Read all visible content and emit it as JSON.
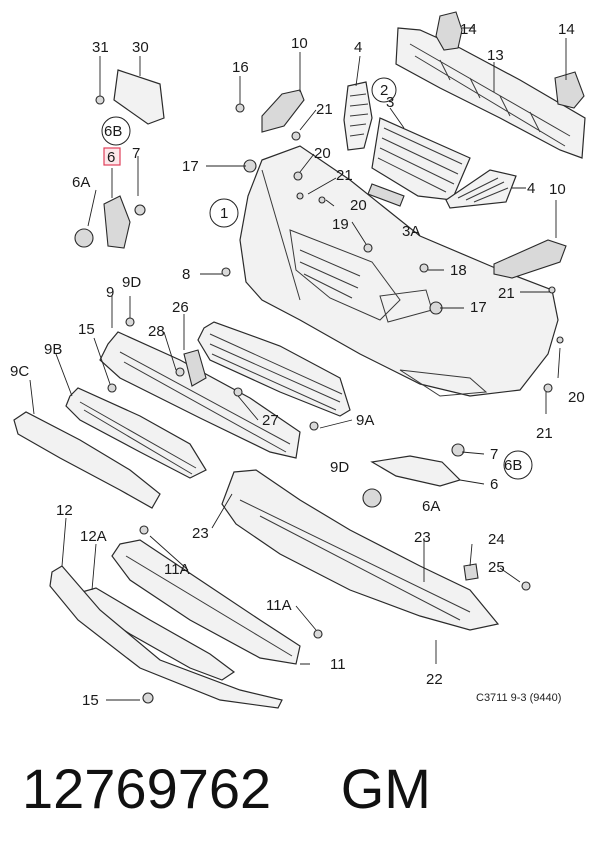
{
  "diagram": {
    "caption": "C3711 9-3 (9440)",
    "labels": {
      "l31": "31",
      "l30": "30",
      "l16": "16",
      "l10a": "10",
      "l4a": "4",
      "l14a": "14",
      "l13": "13",
      "l14b": "14",
      "l2": "2",
      "l3": "3",
      "l21a": "21",
      "l6b_a": "6B",
      "l6": "6",
      "l7a": "7",
      "l17a": "17",
      "l20a": "20",
      "l21b": "21",
      "l4b": "4",
      "l10b": "10",
      "l6a_a": "6A",
      "l1": "1",
      "l20b": "20",
      "l19": "19",
      "l3a": "3A",
      "l18": "18",
      "l8": "8",
      "l9d_a": "9D",
      "l9": "9",
      "l26": "26",
      "l17b": "17",
      "l21c": "21",
      "l15a": "15",
      "l28": "28",
      "l9b": "9B",
      "l9c": "9C",
      "l27": "27",
      "l9a": "9A",
      "l20c": "20",
      "l21d": "21",
      "l7b": "7",
      "l6b_b": "6B",
      "l9d_b": "9D",
      "l6_b": "6",
      "l6a_b": "6A",
      "l12": "12",
      "l23a": "23",
      "l23b": "23",
      "l24": "24",
      "l12a": "12A",
      "l11a": "11A",
      "l25": "25",
      "l11a_b": "11A",
      "l11": "11",
      "l22": "22",
      "l15b": "15"
    }
  },
  "footer": {
    "part_number": "12769762",
    "brand": "GM"
  }
}
